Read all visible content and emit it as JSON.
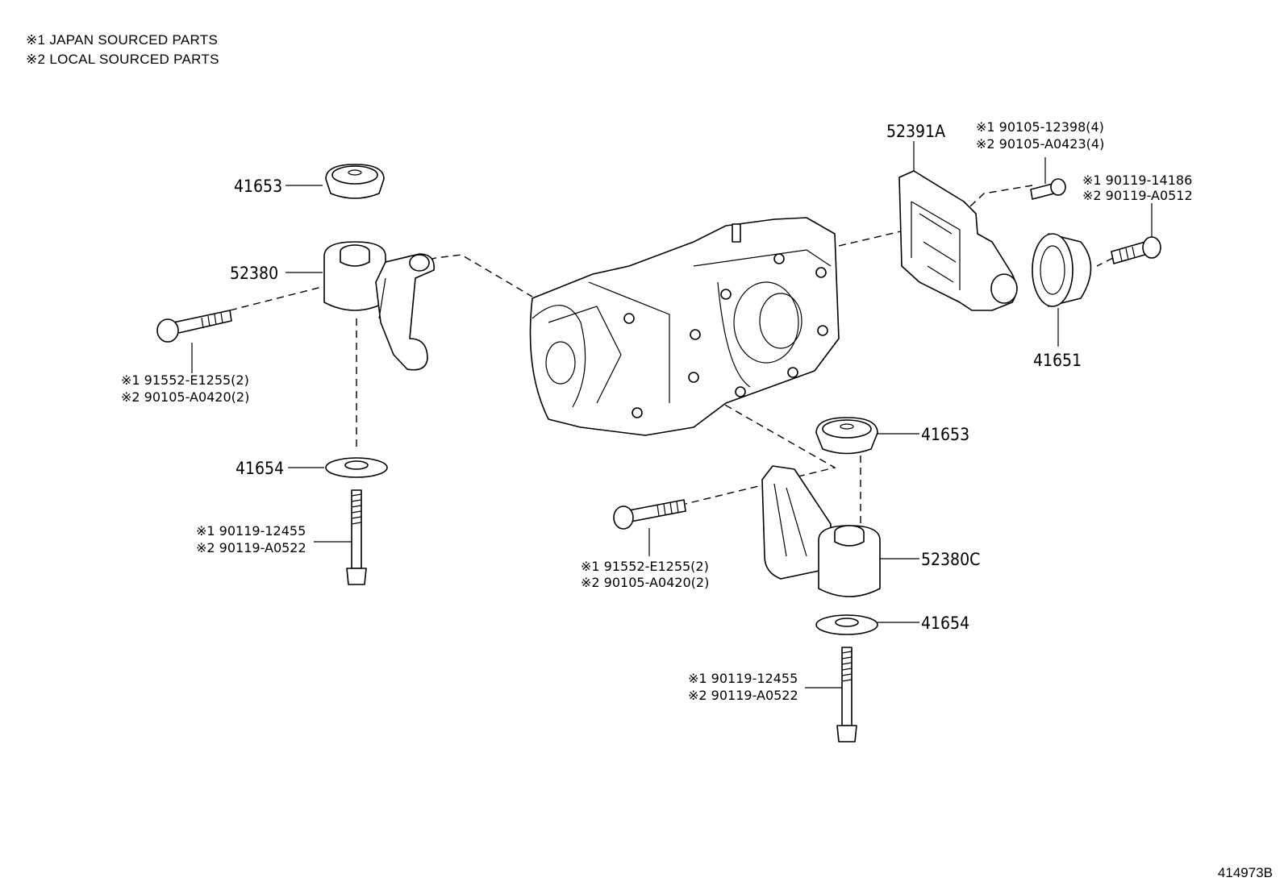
{
  "legend": {
    "line1": "※1 JAPAN SOURCED PARTS",
    "line2": "※2 LOCAL SOURCED PARTS"
  },
  "reference": "414973B",
  "callouts": {
    "c41653_top": "41653",
    "c52380": "52380",
    "bolt_left_1": "※1 91552-E1255(2)",
    "bolt_left_2": "※2 90105-A0420(2)",
    "c41654_left": "41654",
    "stud_left_1": "※1 90119-12455",
    "stud_left_2": "※2 90119-A0522",
    "c52391A": "52391A",
    "bolt_top_1": "※1 90105-12398(4)",
    "bolt_top_2": "※2 90105-A0423(4)",
    "bolt_right_1": "※1 90119-14186",
    "bolt_right_2": "※2 90119-A0512",
    "c41651": "41651",
    "c41653_right": "41653",
    "c52380C": "52380C",
    "bolt_mid_1": "※1 91552-E1255(2)",
    "bolt_mid_2": "※2 90105-A0420(2)",
    "c41654_right": "41654",
    "stud_right_1": "※1 90119-12455",
    "stud_right_2": "※2 90119-A0522"
  }
}
